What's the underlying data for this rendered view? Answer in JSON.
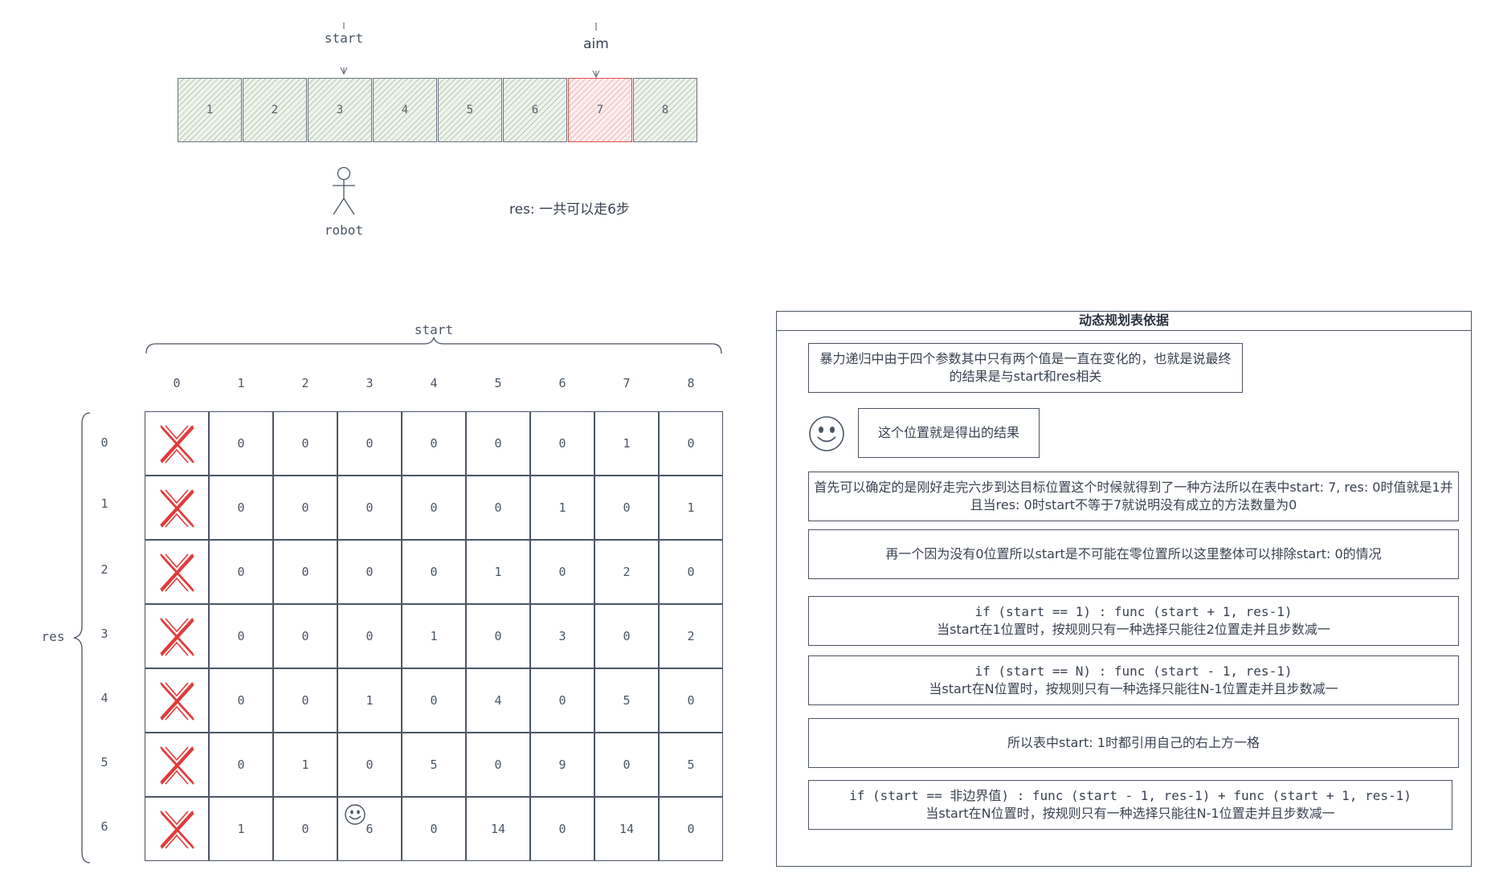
{
  "top": {
    "start_label": "start",
    "aim_label": "aim",
    "cells": [
      "1",
      "2",
      "3",
      "4",
      "5",
      "6",
      "7",
      "8"
    ],
    "robot_label": "robot",
    "res_text": "res: 一共可以走6步",
    "aim_color": "#e04b4b"
  },
  "table": {
    "x_axis_label": "start",
    "y_axis_label": "res",
    "columns": [
      "0",
      "1",
      "2",
      "3",
      "4",
      "5",
      "6",
      "7",
      "8"
    ],
    "rows": [
      "0",
      "1",
      "2",
      "3",
      "4",
      "5",
      "6"
    ],
    "values": [
      [
        "0",
        "0",
        "0",
        "0",
        "0",
        "0",
        "1",
        "0"
      ],
      [
        "0",
        "0",
        "0",
        "0",
        "0",
        "1",
        "0",
        "1"
      ],
      [
        "0",
        "0",
        "0",
        "0",
        "1",
        "0",
        "2",
        "0"
      ],
      [
        "0",
        "0",
        "0",
        "1",
        "0",
        "3",
        "0",
        "2"
      ],
      [
        "0",
        "0",
        "1",
        "0",
        "4",
        "0",
        "5",
        "0"
      ],
      [
        "0",
        "1",
        "0",
        "5",
        "0",
        "9",
        "0",
        "5"
      ],
      [
        "1",
        "0",
        "6",
        "0",
        "14",
        "0",
        "14",
        "0"
      ]
    ],
    "excluded_column_mark": "X",
    "mark_color": "#e23b3b"
  },
  "panel": {
    "title": "动态规划表依据",
    "note1": "暴力递归中由于四个参数其中只有两个值是一直在变化的，也就是说最终的结果是与start和res相关",
    "note2": "这个位置就是得出的结果",
    "note3": "首先可以确定的是刚好走完六步到达目标位置这个时候就得到了一种方法所以在表中start: 7, res: 0时值就是1并且当res: 0时start不等于7就说明没有成立的方法数量为0",
    "note4": "再一个因为没有0位置所以start是不可能在零位置所以这里整体可以排除start: 0的情况",
    "note5_line1": "if (start == 1) : func (start + 1, res-1)",
    "note5_line2": "当start在1位置时，按规则只有一种选择只能往2位置走并且步数减一",
    "note6_line1": "if (start == N) : func (start - 1, res-1)",
    "note6_line2": "当start在N位置时，按规则只有一种选择只能往N-1位置走并且步数减一",
    "note7": "所以表中start: 1时都引用自己的右上方一格",
    "note8_line1": "if (start == 非边界值) : func (start - 1, res-1) + func (start + 1, res-1)",
    "note8_line2": "当start在N位置时，按规则只有一种选择只能往N-1位置走并且步数减一"
  }
}
